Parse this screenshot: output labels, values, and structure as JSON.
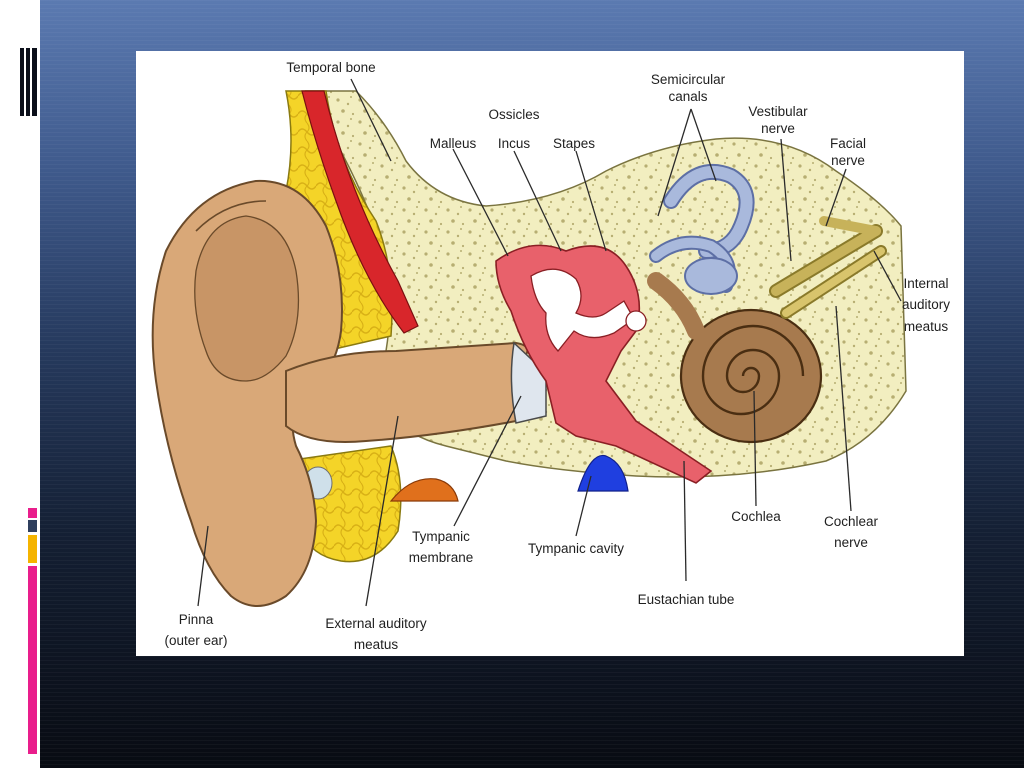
{
  "slide": {
    "background_top": "#5b7ab1",
    "background_bottom": "#080b12",
    "accent_colors": [
      "#e91e8c",
      "#2f3f5e",
      "#f5b400",
      "#e91e8c"
    ]
  },
  "diagram": {
    "labels": {
      "temporal_bone": "Temporal bone",
      "ossicles": "Ossicles",
      "malleus": "Malleus",
      "incus": "Incus",
      "stapes": "Stapes",
      "semicircular_1": "Semicircular",
      "semicircular_2": "canals",
      "vestibular_1": "Vestibular",
      "vestibular_2": "nerve",
      "facial_1": "Facial",
      "facial_2": "nerve",
      "internal_1": "Internal",
      "internal_2": "auditory",
      "internal_3": "meatus",
      "cochlea": "Cochlea",
      "cochlear_nerve_1": "Cochlear",
      "cochlear_nerve_2": "nerve",
      "eustachian_tube": "Eustachian tube",
      "tympanic_cavity": "Tympanic cavity",
      "tympanic_membrane_1": "Tympanic",
      "tympanic_membrane_2": "membrane",
      "external_meatus_1": "External auditory",
      "external_meatus_2": "meatus",
      "pinna_1": "Pinna",
      "pinna_2": "(outer ear)"
    },
    "colors": {
      "skin": "#d9a878",
      "skin_shade": "#b98a5e",
      "bone": "#f2eec0",
      "bone_dots": "#b7ae72",
      "fat": "#f4d428",
      "artery": "#d8262b",
      "middle_ear": "#e8616b",
      "semicircular": "#a9b9dc",
      "cochlea": "#a77a4e",
      "nerve": "#c7b25a",
      "blue_node": "#1f3fe0",
      "orange_gland": "#e0701c"
    }
  }
}
